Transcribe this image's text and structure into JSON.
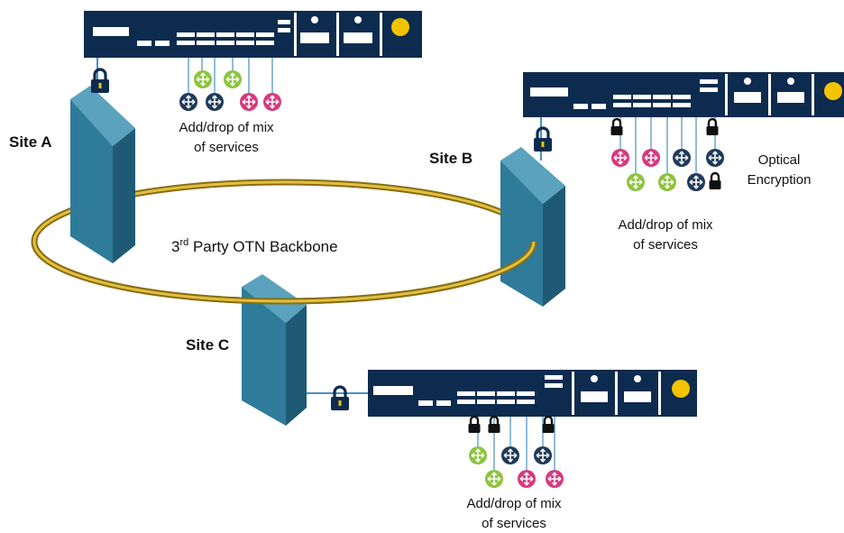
{
  "backbone": {
    "label_prefix": "3",
    "label_sup": "rd",
    "label_rest": " Party OTN  Backbone"
  },
  "sites": [
    {
      "name": "Site A"
    },
    {
      "name": "Site B"
    },
    {
      "name": "Site C"
    }
  ],
  "captions": {
    "a_line1": "Add/drop  of mix",
    "a_line2": "of services",
    "b_line1": "Add/drop  of mix",
    "b_line2": "of services",
    "c_line1": "Add/drop  of mix",
    "c_line2": "of services",
    "encryption_line1": "Optical",
    "encryption_line2": "Encryption"
  },
  "colors": {
    "device_body": "#0d2b4e",
    "tower_front": "#2e7b9a",
    "tower_side": "#1f5a74",
    "tower_top": "#5aa2bd",
    "ring": "#c9a227",
    "service_green": "#8cc43f",
    "service_navy": "#1f3a5a",
    "service_magenta": "#d63a7e",
    "indicator_yellow": "#f5c400",
    "lock": "#0d2b4e",
    "link_line": "#4a8fc0"
  },
  "icons": [
    "lock-icon",
    "router-service-icon",
    "status-led-icon"
  ]
}
